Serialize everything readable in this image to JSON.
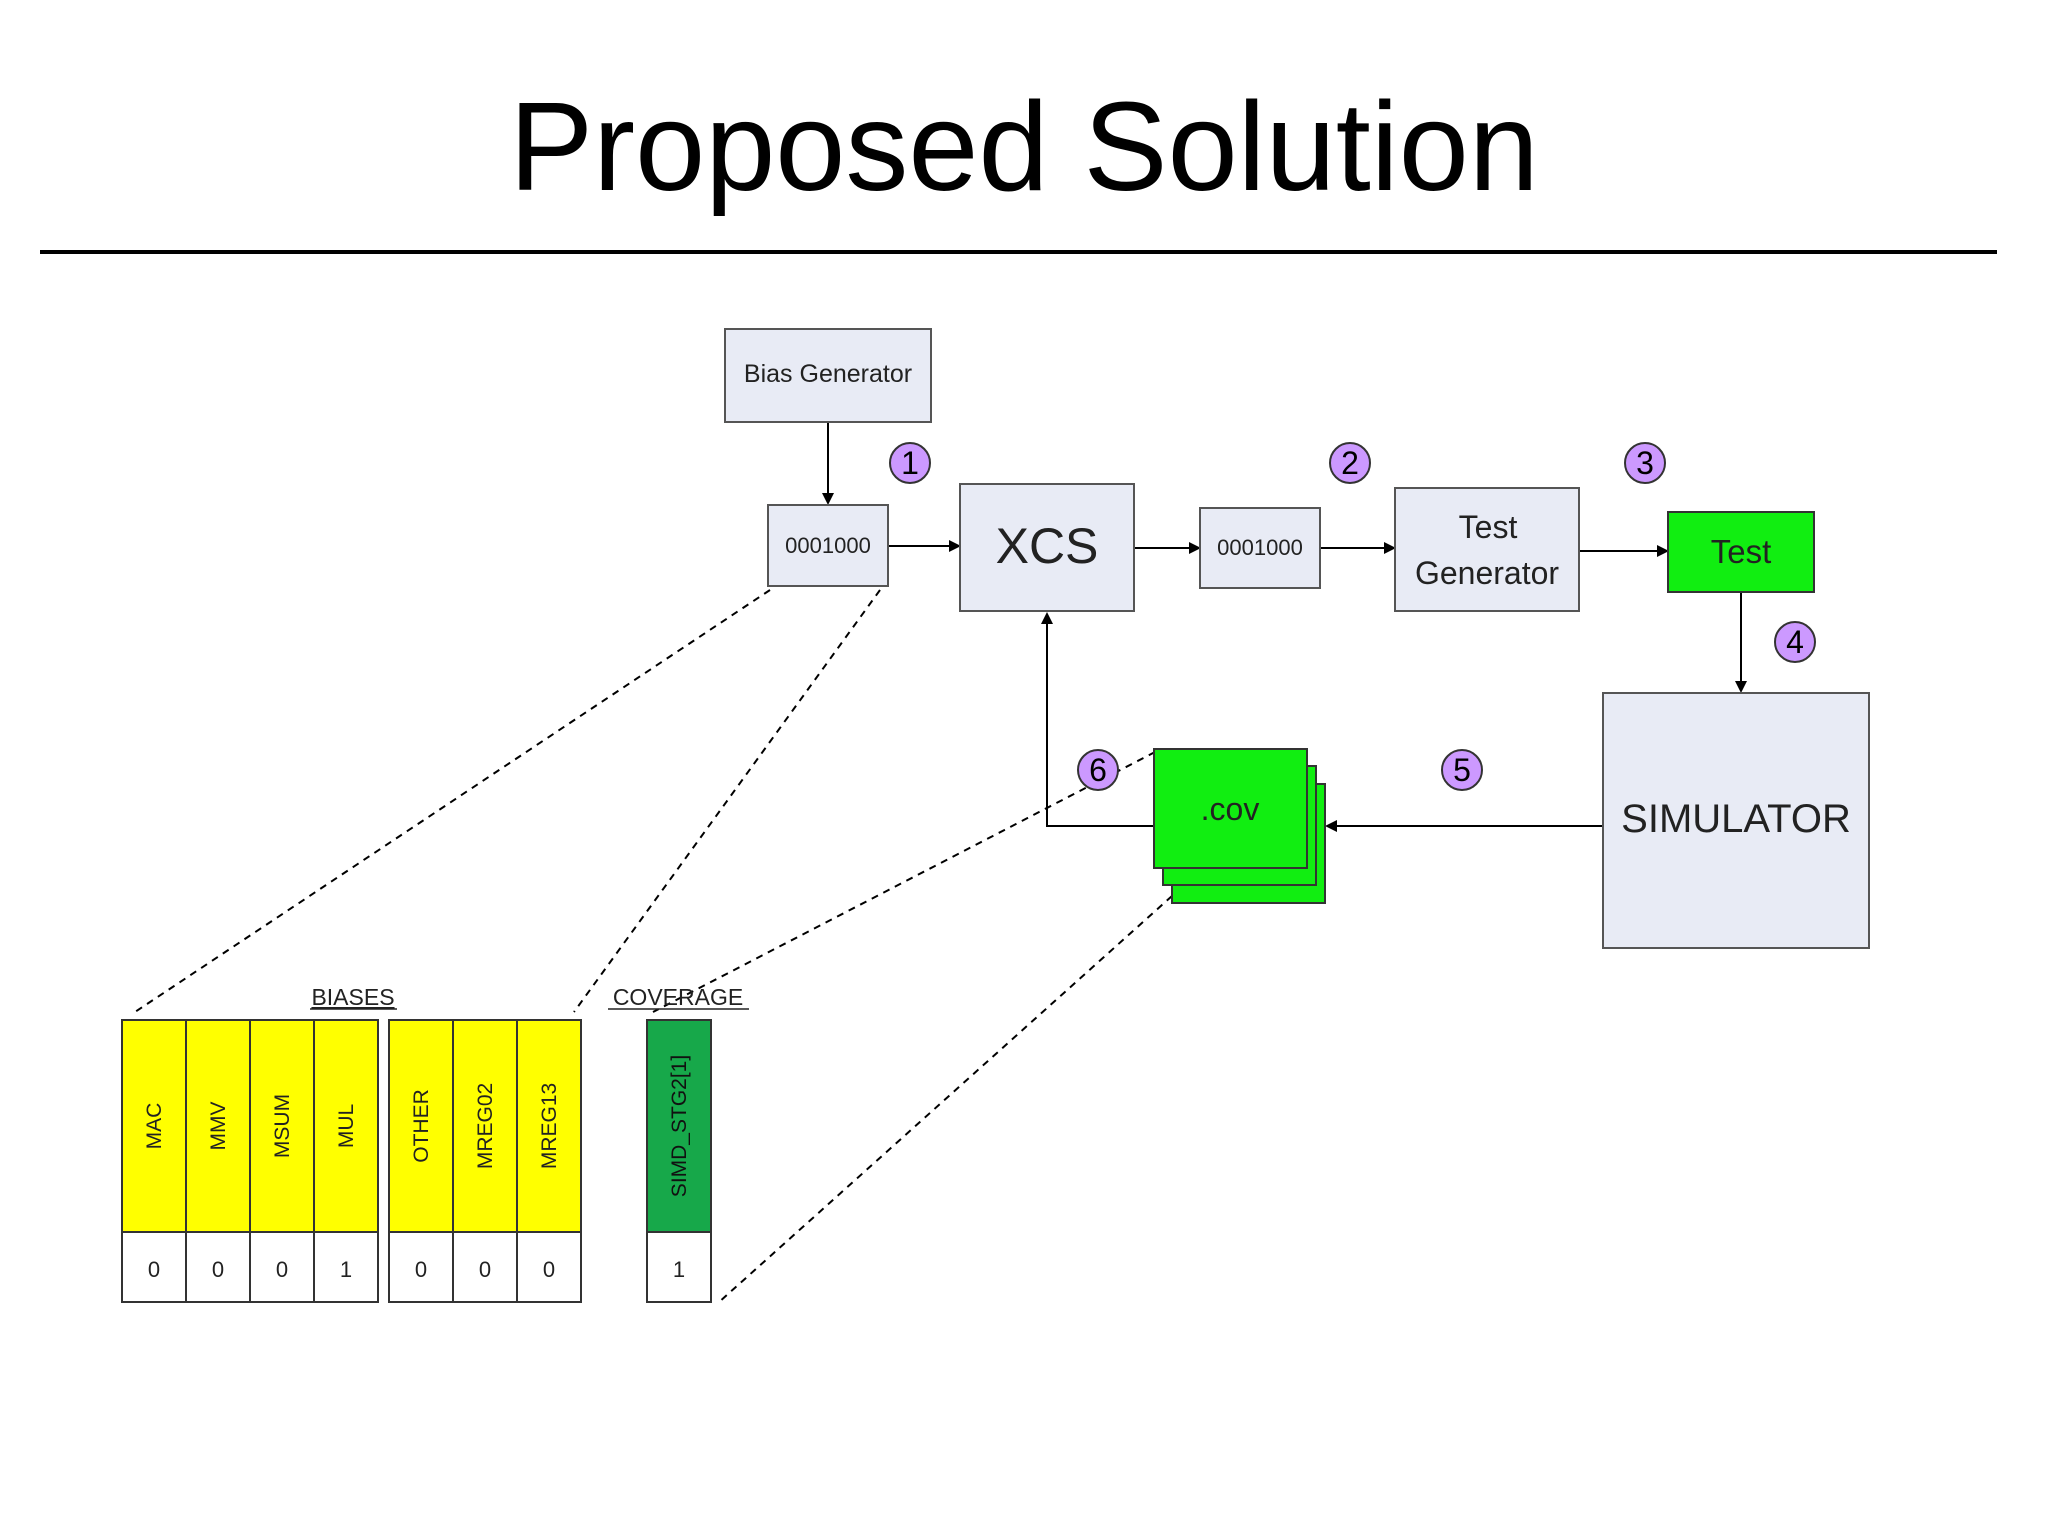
{
  "title": "Proposed Solution",
  "nodes": {
    "bias_generator": "Bias Generator",
    "bits_in": "0001000",
    "xcs": "XCS",
    "bits_out": "0001000",
    "test_generator_line1": "Test",
    "test_generator_line2": "Generator",
    "test": "Test",
    "simulator": "SIMULATOR",
    "cov": ".cov"
  },
  "steps": [
    "1",
    "2",
    "3",
    "4",
    "5",
    "6"
  ],
  "biases": {
    "heading": "BIASES",
    "group1": [
      {
        "label": "MAC",
        "value": "0"
      },
      {
        "label": "MMV",
        "value": "0"
      },
      {
        "label": "MSUM",
        "value": "0"
      },
      {
        "label": "MUL",
        "value": "1"
      }
    ],
    "group2": [
      {
        "label": "OTHER",
        "value": "0"
      },
      {
        "label": "MREG02",
        "value": "0"
      },
      {
        "label": "MREG13",
        "value": "0"
      }
    ]
  },
  "coverage": {
    "heading": "COVERAGE",
    "items": [
      {
        "label": "SIMD_STG2[1]",
        "value": "1"
      }
    ]
  },
  "colors": {
    "box_fill": "#e8ebf5",
    "green": "#11ee11",
    "dark_green": "#17a84a",
    "yellow": "#ffff00",
    "step_circle": "#cc99ff"
  }
}
